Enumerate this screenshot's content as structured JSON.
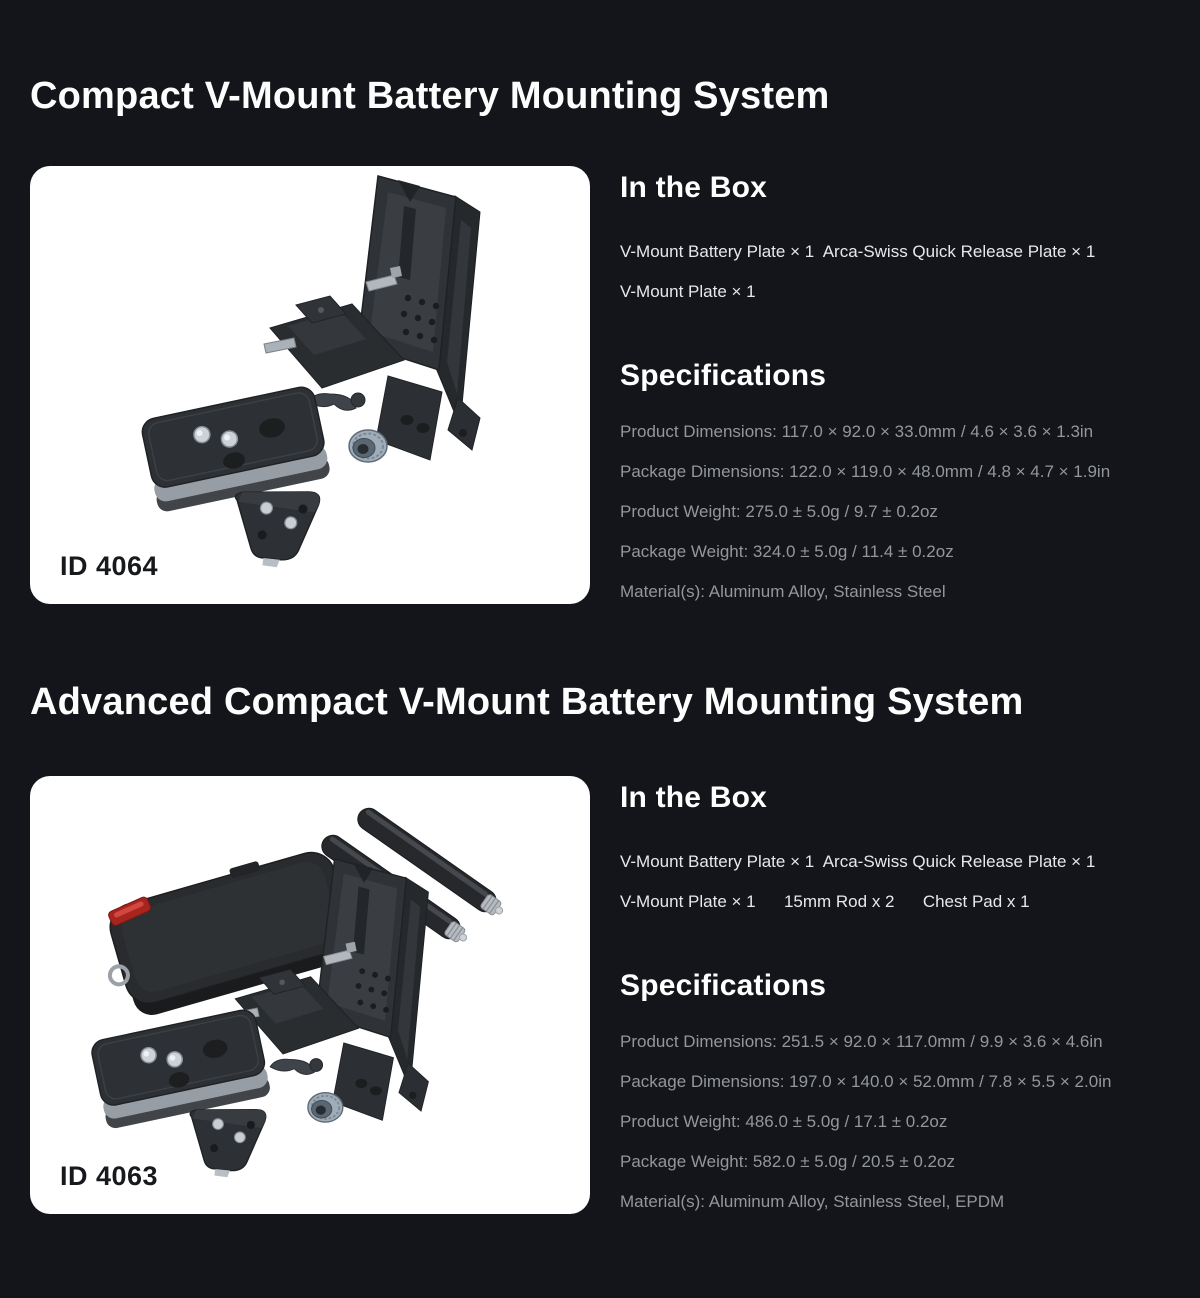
{
  "page": {
    "background_color": "#13151a",
    "card_color": "#ffffff",
    "heading_color": "#ffffff",
    "spec_text_color": "#93969a",
    "accent_red": "#b5312c"
  },
  "products": [
    {
      "title": "Compact V-Mount Battery Mounting System",
      "id_label": "ID 4064",
      "in_the_box": {
        "heading": "In the Box",
        "lines": [
          "V-Mount Battery Plate × 1  Arca-Swiss Quick Release Plate × 1",
          "V-Mount Plate × 1"
        ]
      },
      "specifications": {
        "heading": "Specifications",
        "rows": [
          "Product Dimensions: 117.0 × 92.0 × 33.0mm / 4.6 × 3.6 × 1.3in",
          "Package Dimensions: 122.0 × 119.0 × 48.0mm / 4.8 × 4.7 × 1.9in",
          "Product Weight: 275.0 ± 5.0g / 9.7 ± 0.2oz",
          "Package Weight: 324.0 ± 5.0g / 11.4 ± 0.2oz",
          "Material(s): Aluminum Alloy, Stainless Steel"
        ]
      }
    },
    {
      "title": "Advanced Compact V-Mount Battery Mounting System",
      "id_label": "ID 4063",
      "in_the_box": {
        "heading": "In the Box",
        "lines": [
          "V-Mount Battery Plate × 1  Arca-Swiss Quick Release Plate × 1",
          "V-Mount Plate × 1      15mm Rod x 2      Chest Pad x 1"
        ]
      },
      "specifications": {
        "heading": "Specifications",
        "rows": [
          "Product Dimensions: 251.5 × 92.0 × 117.0mm / 9.9 × 3.6 × 4.6in",
          "Package Dimensions: 197.0 × 140.0 × 52.0mm / 7.8 × 5.5 × 2.0in",
          "Product Weight: 486.0 ± 5.0g / 17.1 ± 0.2oz",
          "Package Weight: 582.0 ± 5.0g / 20.5 ± 0.2oz",
          "Material(s): Aluminum Alloy, Stainless Steel, EPDM"
        ]
      }
    }
  ]
}
